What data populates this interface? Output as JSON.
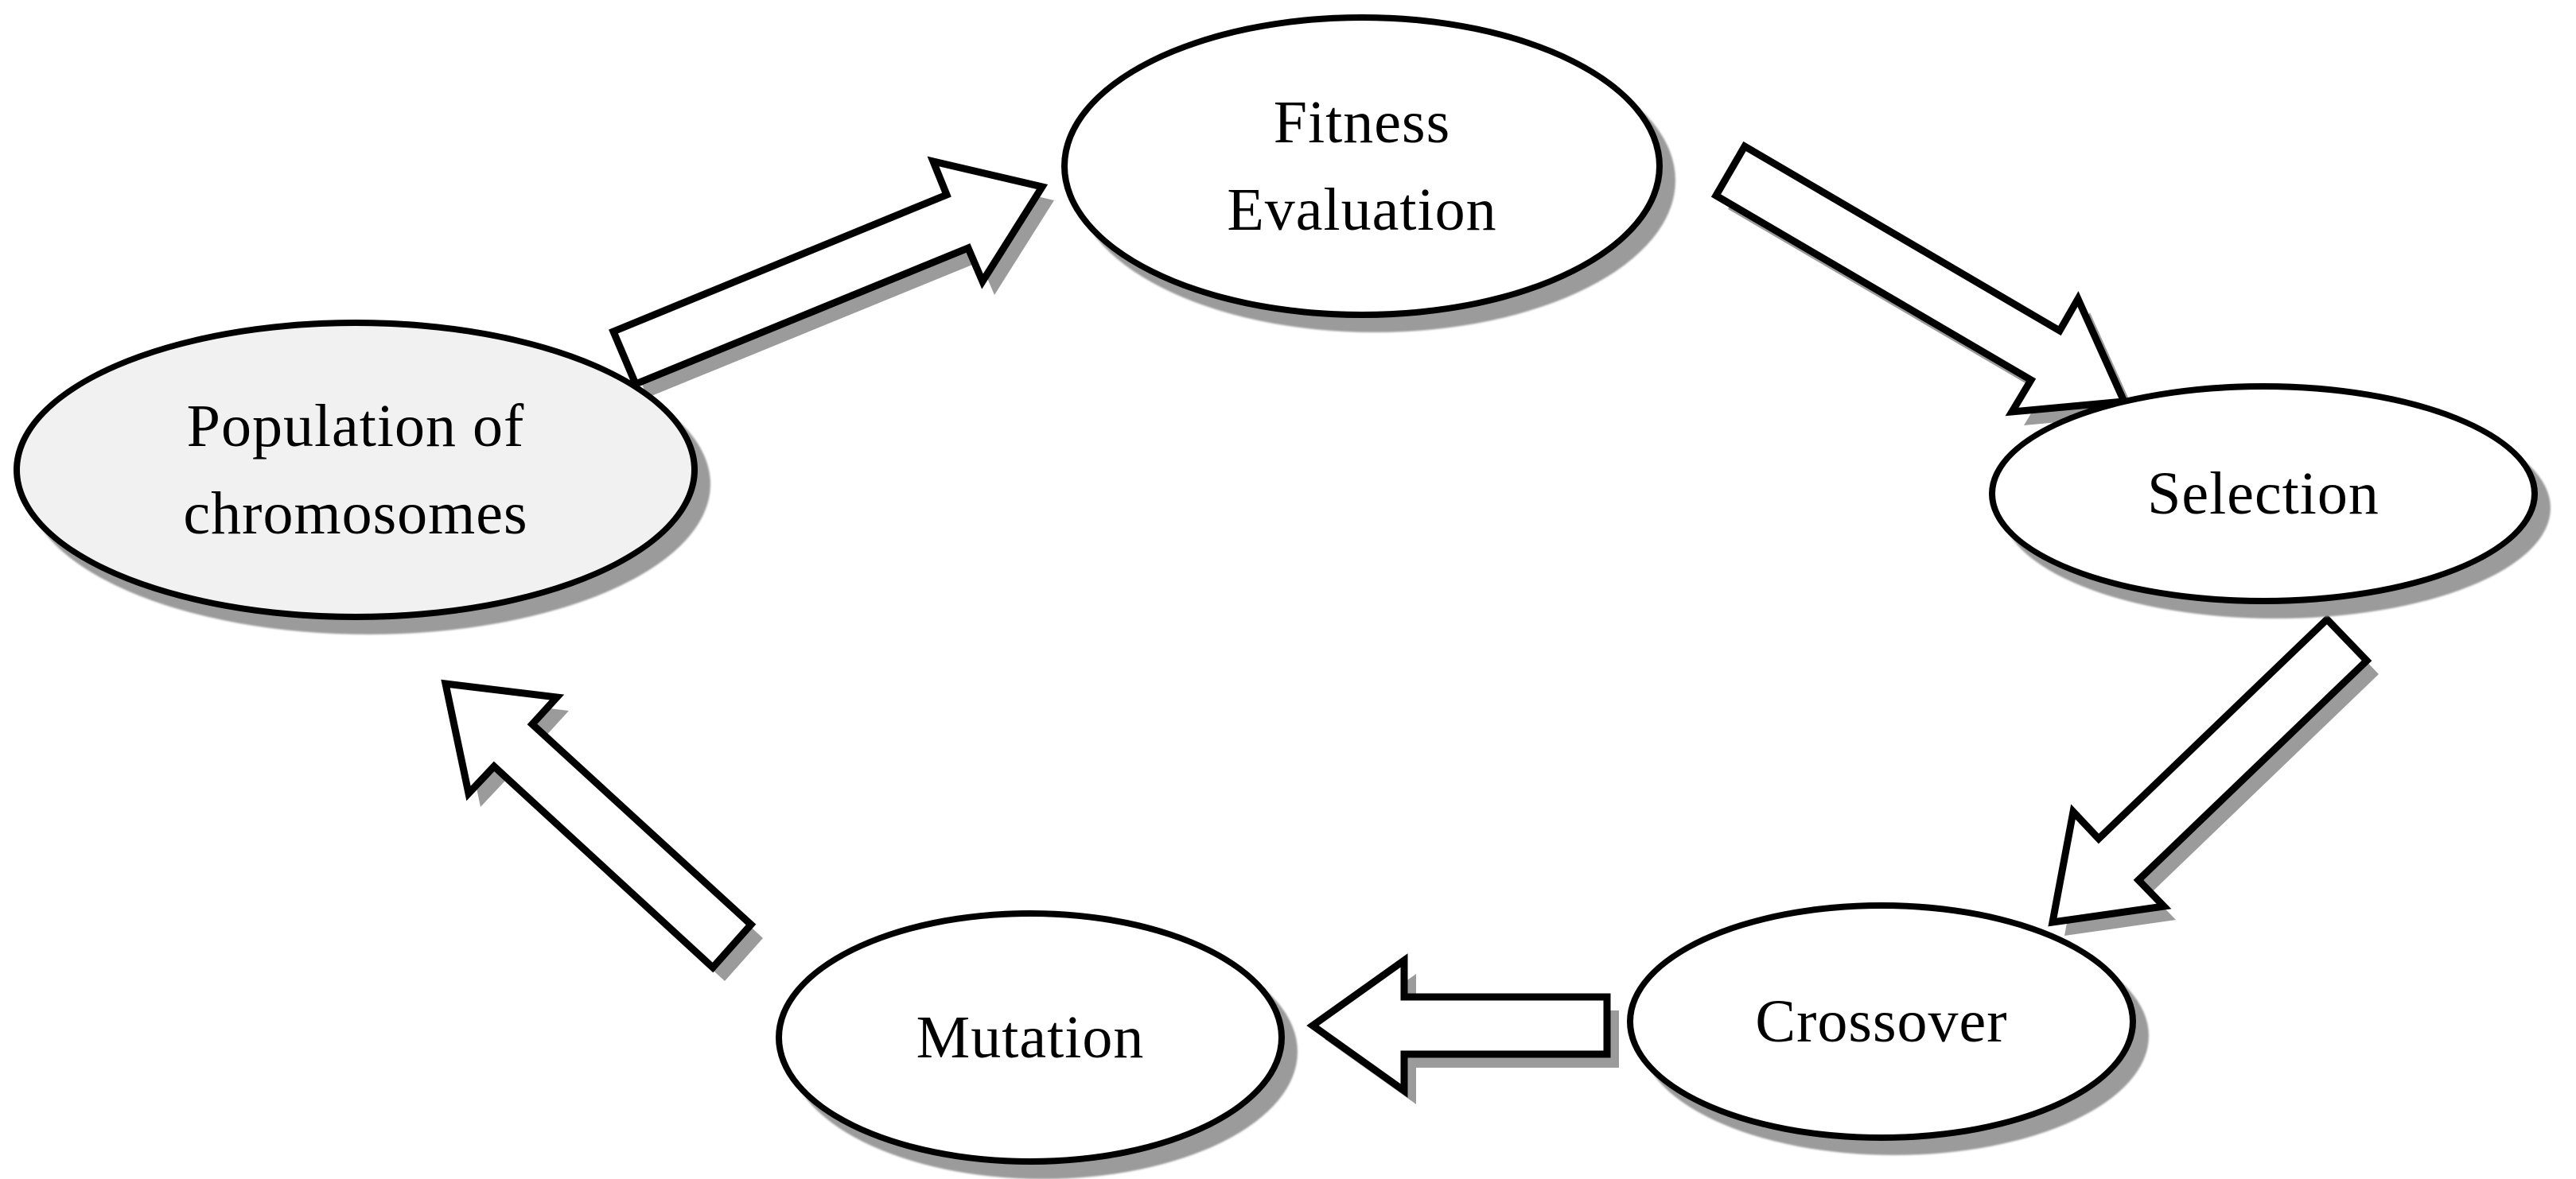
{
  "diagram": {
    "type": "cycle-flow-diagram",
    "background": "#ffffff"
  },
  "nodes": [
    {
      "id": "population",
      "label": "Population of\nchromosomes",
      "fill": "#f1f1f1"
    },
    {
      "id": "fitness",
      "label": "Fitness\nEvaluation",
      "fill": "#ffffff"
    },
    {
      "id": "selection",
      "label": "Selection",
      "fill": "#ffffff"
    },
    {
      "id": "crossover",
      "label": "Crossover",
      "fill": "#ffffff"
    },
    {
      "id": "mutation",
      "label": "Mutation",
      "fill": "#ffffff"
    }
  ],
  "edges": [
    {
      "from": "population",
      "to": "fitness"
    },
    {
      "from": "fitness",
      "to": "selection"
    },
    {
      "from": "selection",
      "to": "crossover"
    },
    {
      "from": "crossover",
      "to": "mutation"
    },
    {
      "from": "mutation",
      "to": "population"
    }
  ],
  "colors": {
    "node_outline": "#000000",
    "node_shadow": "#9b9b9b",
    "arrow_fill": "#ffffff",
    "arrow_outline": "#000000",
    "arrow_shadow": "#9b9b9b",
    "text": "#000000",
    "population_fill": "#f1f1f1"
  }
}
